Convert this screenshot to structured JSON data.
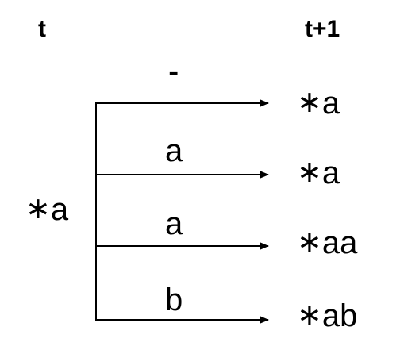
{
  "header": {
    "left": "t",
    "right": "t+1"
  },
  "source": {
    "prefix": "∗",
    "text": "a"
  },
  "branches": [
    {
      "edge_label": "-",
      "target_prefix": "∗",
      "target_text": "a"
    },
    {
      "edge_label": "a",
      "target_prefix": "∗",
      "target_text": "a"
    },
    {
      "edge_label": "a",
      "target_prefix": "∗",
      "target_text": "aa"
    },
    {
      "edge_label": "b",
      "target_prefix": "∗",
      "target_text": "ab"
    }
  ],
  "colors": {
    "line": "#000000",
    "background": "#ffffff"
  }
}
